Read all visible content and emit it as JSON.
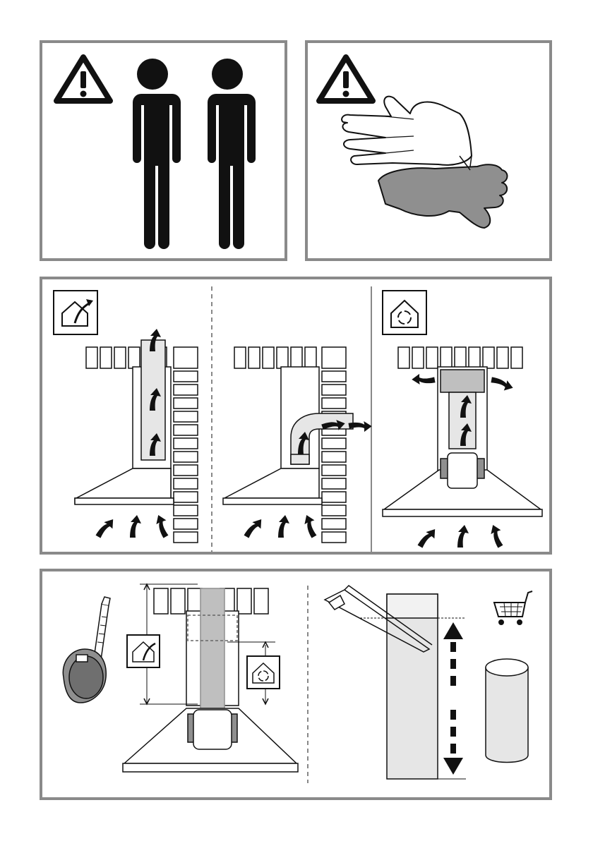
{
  "panels": {
    "two_person_warning": {
      "icons": [
        "warning-triangle-icon",
        "person-icon",
        "person-icon"
      ]
    },
    "gloves_warning": {
      "icons": [
        "warning-triangle-icon",
        "work-gloves-icon"
      ]
    },
    "installation_modes": {
      "icons": [
        "ducted-exhaust-mode-icon",
        "recirculation-mode-icon"
      ],
      "views": [
        "vertical-ducted-exhaust",
        "rear-ducted-exhaust",
        "filtering-recirculation"
      ]
    },
    "measure_and_cut": {
      "icons": [
        "tape-measure-icon",
        "ducted-exhaust-mode-icon",
        "recirculation-mode-icon",
        "hacksaw-icon",
        "shopping-cart-icon",
        "duct-pipe-icon"
      ]
    }
  },
  "colors": {
    "frame": "#8a8a8a",
    "outline": "#1a1a1a",
    "duct_fill": "#e6e6e6",
    "filter_fill": "#bfbfbf",
    "glove_dark": "#8f8f8f"
  }
}
